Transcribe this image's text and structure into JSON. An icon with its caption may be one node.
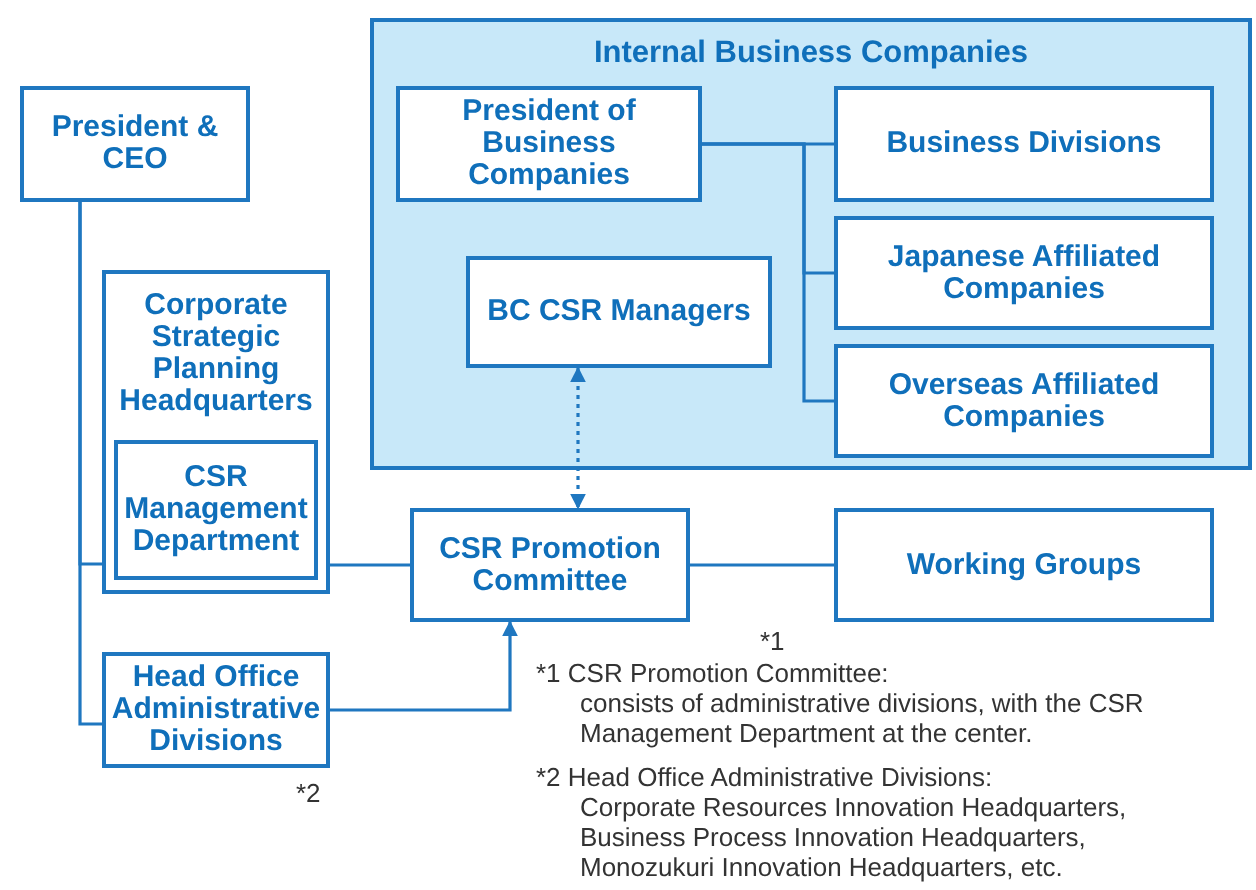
{
  "diagram": {
    "nodes": [
      {
        "text": [
          "President & CEO"
        ]
      },
      {
        "text": [
          "Corporate Strategic Planning Headquarters"
        ]
      },
      {
        "text": [
          "CSR Management Department"
        ],
        "in": 1
      },
      {
        "text": [
          "Head Office Administrative Divisions"
        ],
        "beside": [
          "*2"
        ]
      },
      {
        "text": [
          "Internal Business Companies"
        ]
      },
      {
        "text": [
          "President of Business Companies"
        ],
        "in": 4
      },
      {
        "text": [
          "Business Divisions"
        ],
        "in": 4
      },
      {
        "text": [
          "BC CSR Managers"
        ],
        "in": 4
      },
      {
        "text": [
          "Japanese Affiliated Companies"
        ],
        "in": 4
      },
      {
        "text": [
          "Overseas Affiliated Companies"
        ],
        "in": 4
      },
      {
        "text": [
          "CSR Promotion Committee"
        ],
        "beside": [
          "*1"
        ]
      },
      {
        "text": [
          "Working Groups"
        ]
      }
    ],
    "edges": [
      {
        "from": 0,
        "to": 1,
        "arrow": "none"
      },
      {
        "from": 0,
        "to": 3,
        "arrow": "none"
      },
      {
        "from": 1,
        "to": 10,
        "arrow": "none"
      },
      {
        "from": 3,
        "to": 10,
        "arrow": "to"
      },
      {
        "from": 7,
        "to": 10,
        "arrow": "both",
        "style": "dashed"
      },
      {
        "from": 10,
        "to": 11,
        "arrow": "none"
      },
      {
        "from": 5,
        "to": 6,
        "arrow": "none"
      },
      {
        "from": 5,
        "to": 8,
        "arrow": "none"
      },
      {
        "from": 5,
        "to": 9,
        "arrow": "none"
      }
    ],
    "labels": [
      "*1 CSR Promotion Committee:",
      "consists of administrative divisions, with the CSR Management Department at the center.",
      "*2 Head Office Administrative Divisions:",
      "Corporate Resources Innovation Headquarters, Business Process Innovation Headquarters, Monozukuri Innovation Headquarters, etc."
    ]
  }
}
